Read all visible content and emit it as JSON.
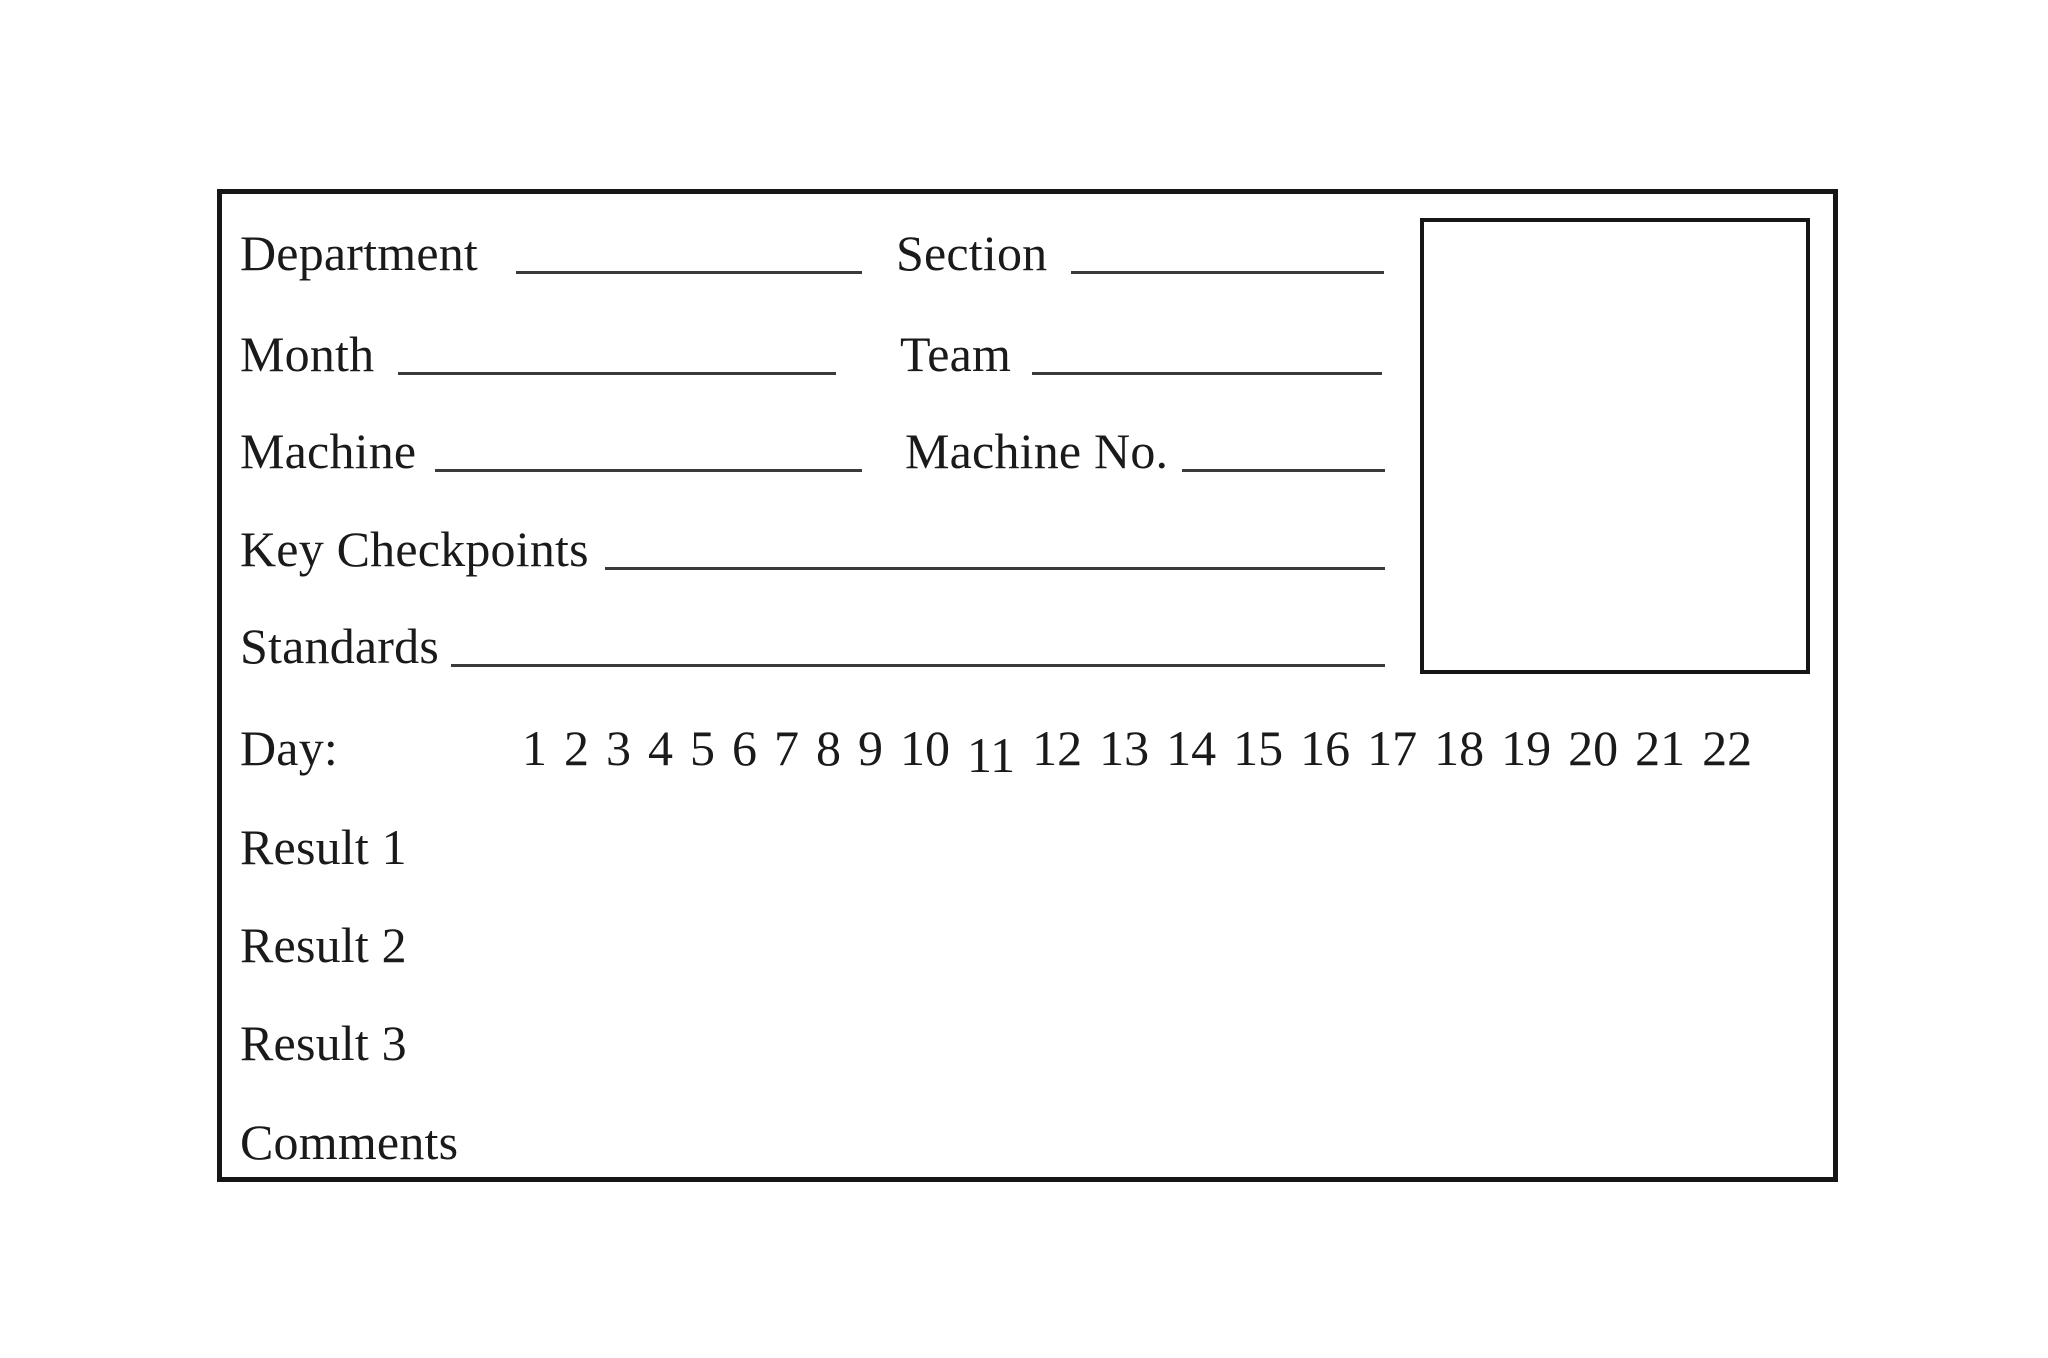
{
  "form": {
    "fields": {
      "department": {
        "label": "Department",
        "value": ""
      },
      "section": {
        "label": "Section",
        "value": ""
      },
      "month": {
        "label": "Month",
        "value": ""
      },
      "team": {
        "label": "Team",
        "value": ""
      },
      "machine": {
        "label": "Machine",
        "value": ""
      },
      "machine_no": {
        "label": "Machine No.",
        "value": ""
      },
      "key_checkpoints": {
        "label": "Key Checkpoints",
        "value": ""
      },
      "standards": {
        "label": "Standards",
        "value": ""
      }
    },
    "day_row": {
      "label": "Day:",
      "days": [
        "1",
        "2",
        "3",
        "4",
        "5",
        "6",
        "7",
        "8",
        "9",
        "10",
        "11",
        "12",
        "13",
        "14",
        "15",
        "16",
        "17",
        "18",
        "19",
        "20",
        "21",
        "22"
      ]
    },
    "result_rows": [
      {
        "label": "Result 1"
      },
      {
        "label": "Result 2"
      },
      {
        "label": "Result 3"
      }
    ],
    "comments": {
      "label": "Comments"
    },
    "colors": {
      "ink": "#1a1a1a",
      "border": "#161616",
      "line": "#3a3a3a",
      "background": "#ffffff"
    }
  }
}
